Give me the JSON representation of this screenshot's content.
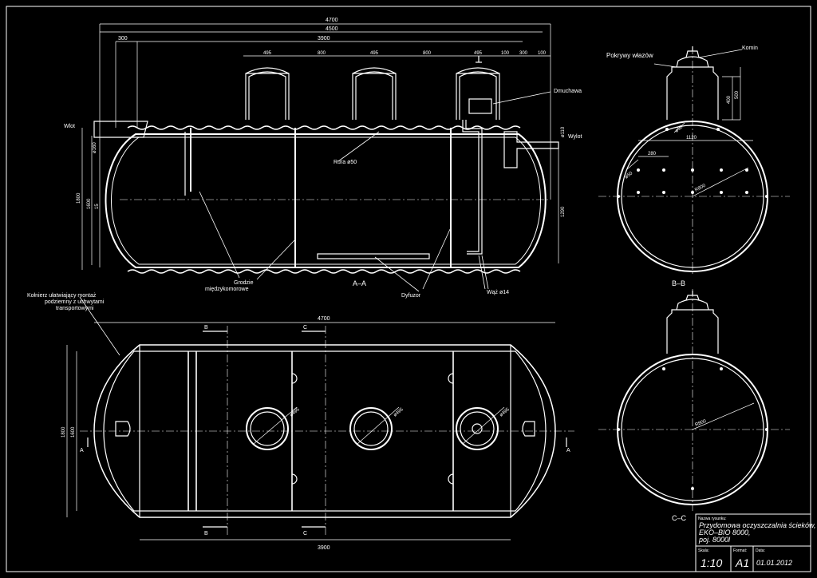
{
  "colors": {
    "background": "#000000",
    "lines": "#ffffff"
  },
  "section_aa": {
    "title": "A–A",
    "dims_top": [
      "4700",
      "4500",
      "3900",
      "300"
    ],
    "dims_manholes": [
      "495",
      "800",
      "495",
      "800",
      "495",
      "100",
      "300",
      "100"
    ],
    "dims_left": [
      "1800",
      "1600",
      "ø160",
      "15"
    ],
    "dims_right": [
      "ø110",
      "1290"
    ],
    "labels": {
      "wlot": "Wlot",
      "wylot": "Wylot",
      "dmuchawa": "Dmuchawa",
      "rura": "Rura ø50",
      "grodzie": [
        "Grodzie",
        "międzykomorowe"
      ],
      "dyfuzor": "Dyfuzor",
      "waz": "Wąż ø14",
      "kolnierz": [
        "Kołnierz ułatwiający montaż",
        "podziemny z uchwytami",
        "transportowymi"
      ]
    }
  },
  "plan_view": {
    "dim_top": "4700",
    "dim_bottom": "3900",
    "dims_left": [
      "1800",
      "1600"
    ],
    "diameters": [
      "ø495",
      "ø495",
      "ø495"
    ],
    "section_marks": {
      "a": "A",
      "b": "B",
      "c": "C"
    }
  },
  "section_bb": {
    "title": "B–B",
    "labels": {
      "pokrywy": "Pokrywy włazów",
      "komin": "Komin"
    },
    "dims": [
      "400",
      "500",
      "1120",
      "280",
      "ø50",
      "ø50",
      "R800"
    ]
  },
  "section_cc": {
    "title": "C–C",
    "dims": [
      "R800"
    ]
  },
  "title_block": {
    "name_label": "Nazwa rysunku:",
    "name_lines": [
      "Przydomowa oczyszczalnia ścieków, typ",
      "EKO–BIO 8000,",
      "poj. 8000l"
    ],
    "scale_label": "Skala:",
    "scale": "1:10",
    "format_label": "Format:",
    "format": "A1",
    "date_label": "Data:",
    "date": "01.01.2012"
  }
}
